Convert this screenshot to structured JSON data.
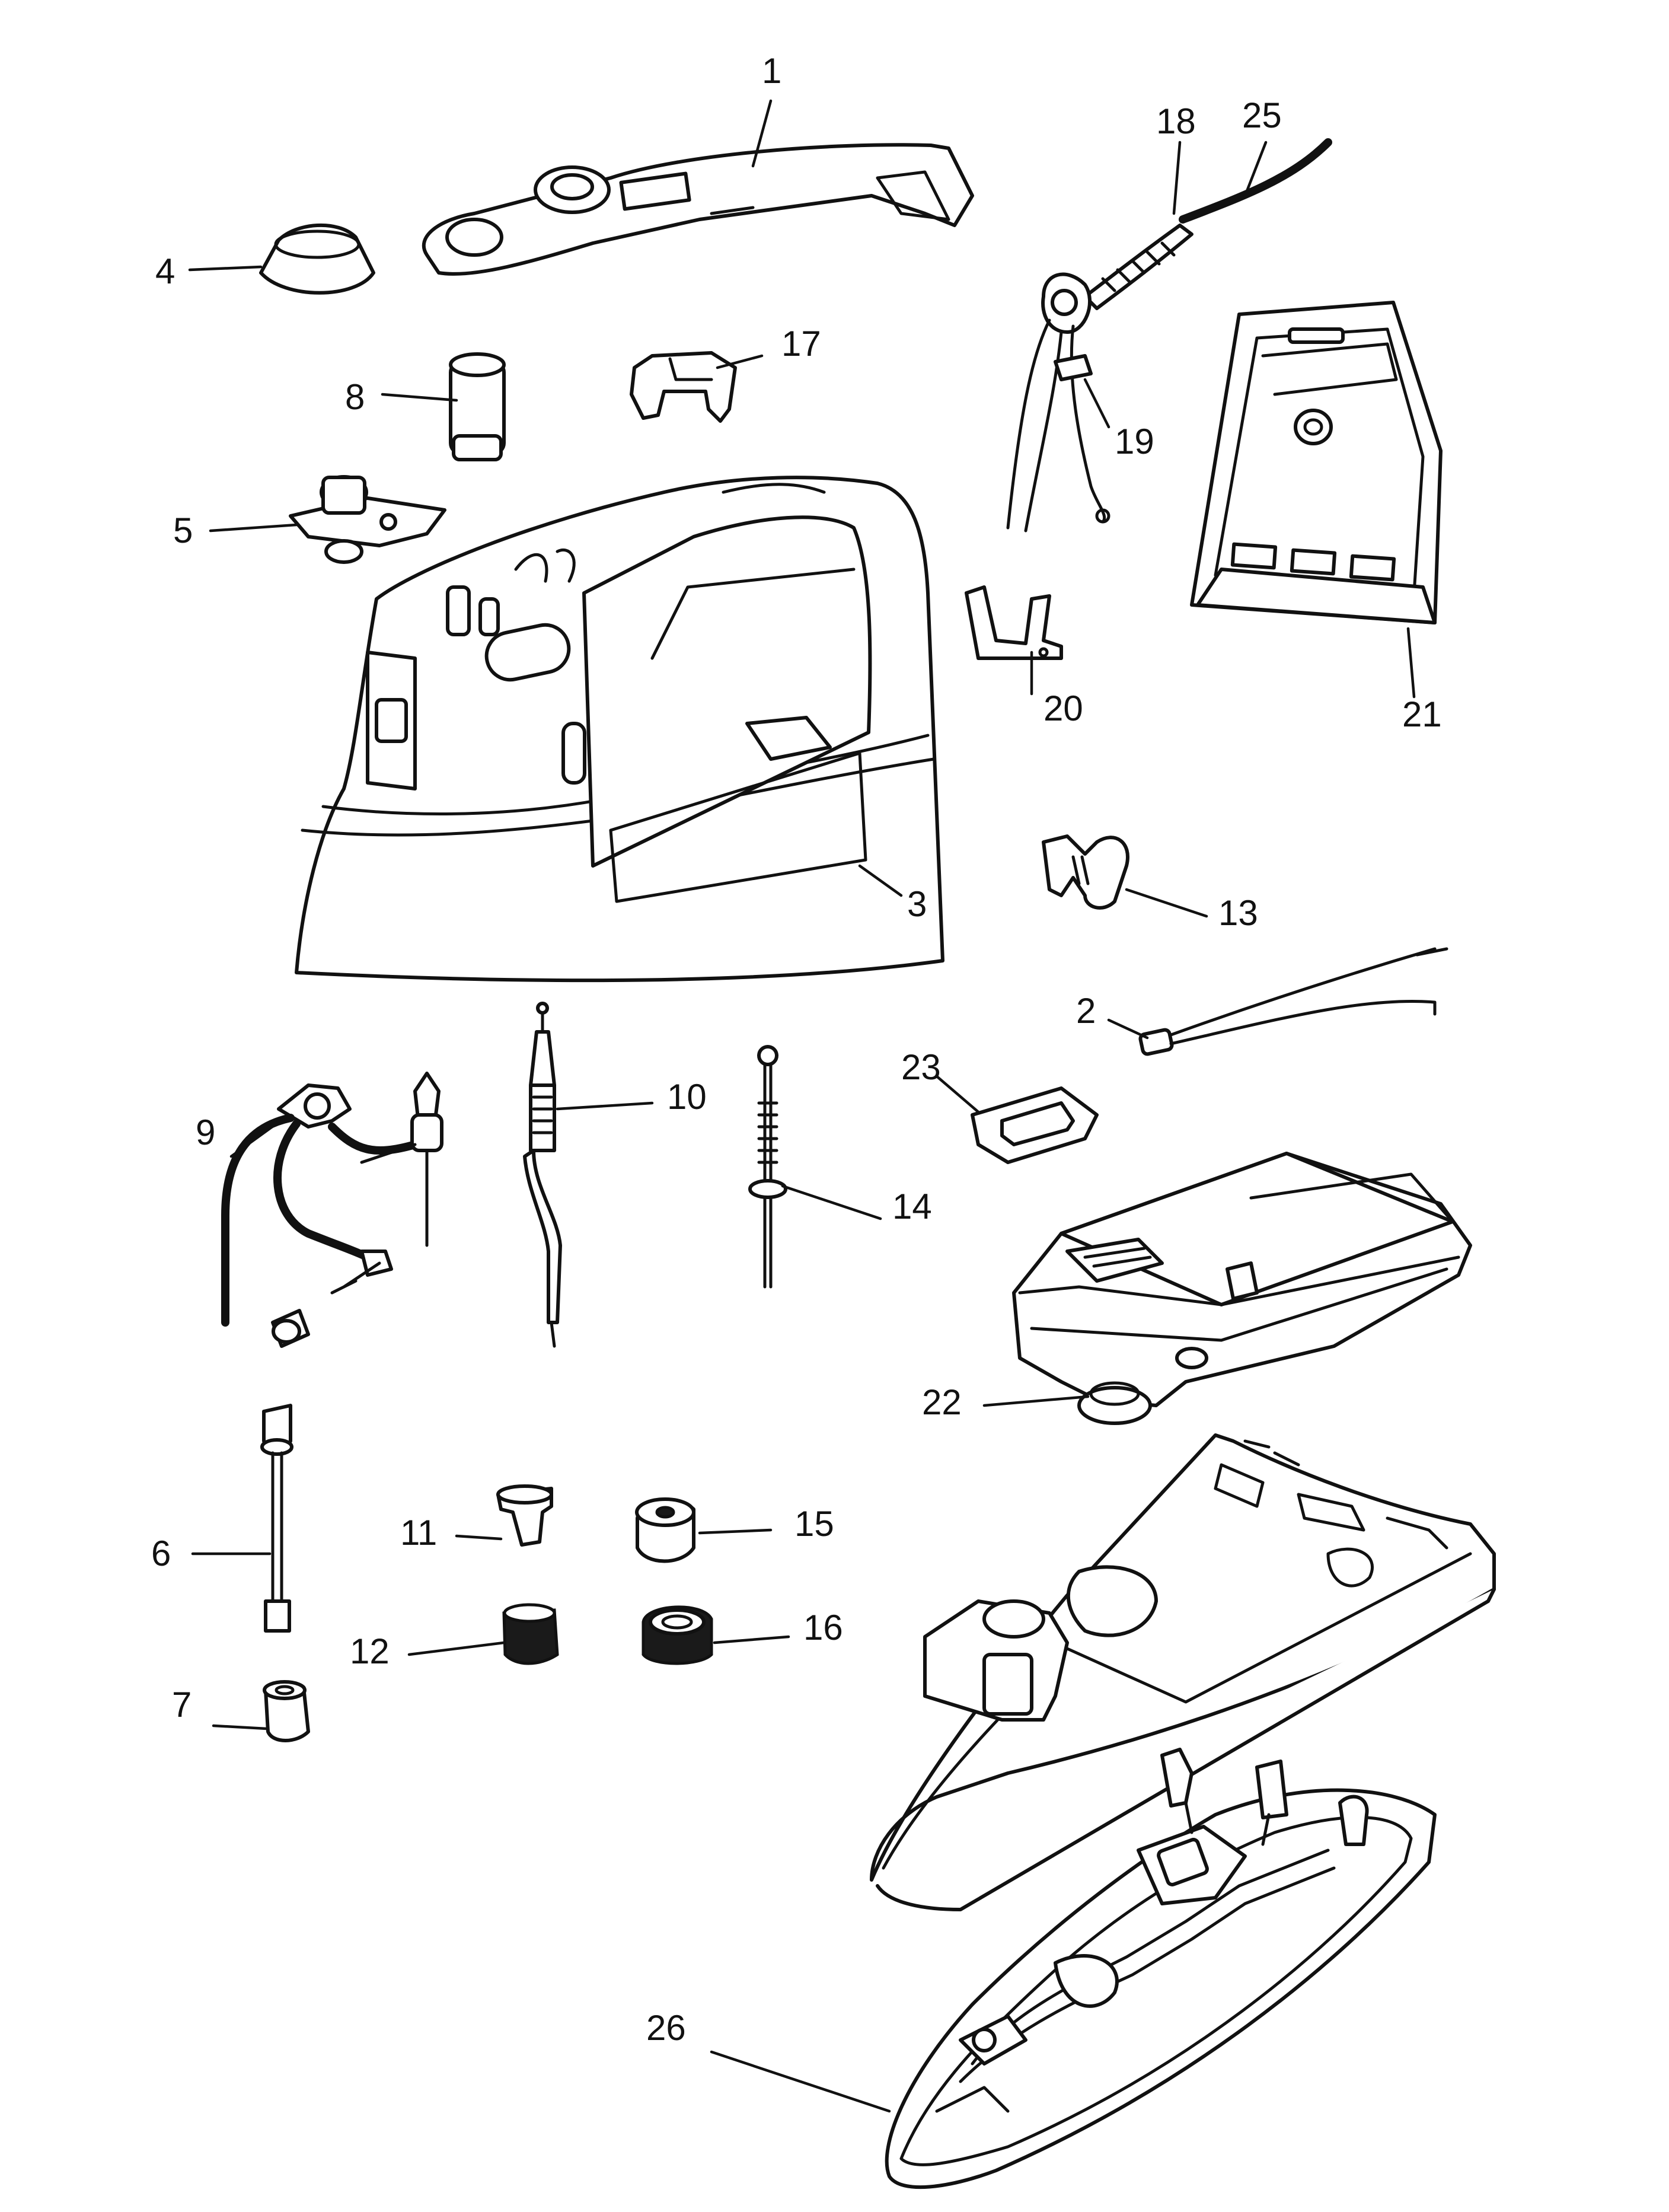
{
  "diagram": {
    "labels": {
      "p1": "1",
      "p2": "2",
      "p3": "3",
      "p4": "4",
      "p5": "5",
      "p6": "6",
      "p7": "7",
      "p8": "8",
      "p9": "9",
      "p10": "10",
      "p11": "11",
      "p12": "12",
      "p13": "13",
      "p14": "14",
      "p15": "15",
      "p16": "16",
      "p17": "17",
      "p18": "18",
      "p19": "19",
      "p20": "20",
      "p21": "21",
      "p22": "22",
      "p23": "23",
      "p25": "25",
      "p26": "26"
    },
    "colors": {
      "ink": "#111111",
      "paper": "#ffffff"
    }
  }
}
